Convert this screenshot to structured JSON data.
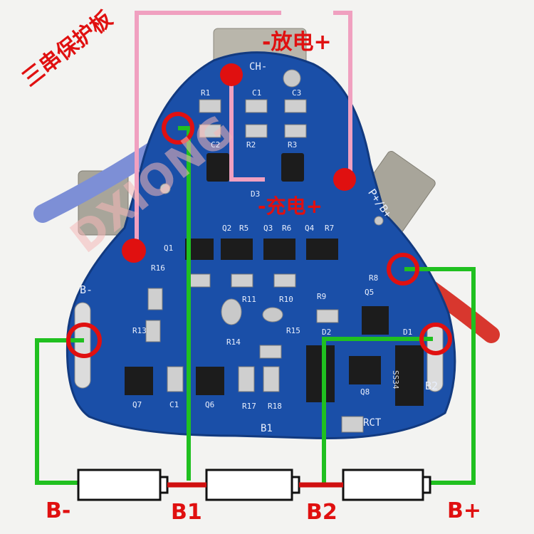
{
  "title_cn": "三串保护板",
  "watermark": "DXIONG",
  "discharge_label": "-放电+",
  "charge_label": "-充电+",
  "pcb_labels": {
    "ch": "CH-",
    "p_plus": "P+/B+",
    "b_minus": "B-",
    "b2": "B2",
    "b1": "B1",
    "rct": "RCT",
    "components": [
      "R1",
      "C1",
      "C3",
      "R2",
      "R3",
      "C2",
      "D3",
      "Q1",
      "Q2",
      "R5",
      "Q3",
      "R6",
      "Q4",
      "R7",
      "R16",
      "R8",
      "Q5",
      "R11",
      "R10",
      "R9",
      "R13",
      "R14",
      "R15",
      "D2",
      "D1",
      "Q7",
      "C1",
      "Q6",
      "R17",
      "R18",
      "Q8",
      "B1",
      "SS34"
    ]
  },
  "batteries": [
    {
      "id": "cell-1"
    },
    {
      "id": "cell-2"
    },
    {
      "id": "cell-3"
    }
  ],
  "terminal_labels": [
    "B-",
    "B1",
    "B2",
    "B+"
  ],
  "colors": {
    "pcb": "#1a4fa8",
    "wire_green": "#20c020",
    "wire_pink": "#f0a0c0",
    "marker_red": "#e01010",
    "link_red": "#d01010"
  }
}
